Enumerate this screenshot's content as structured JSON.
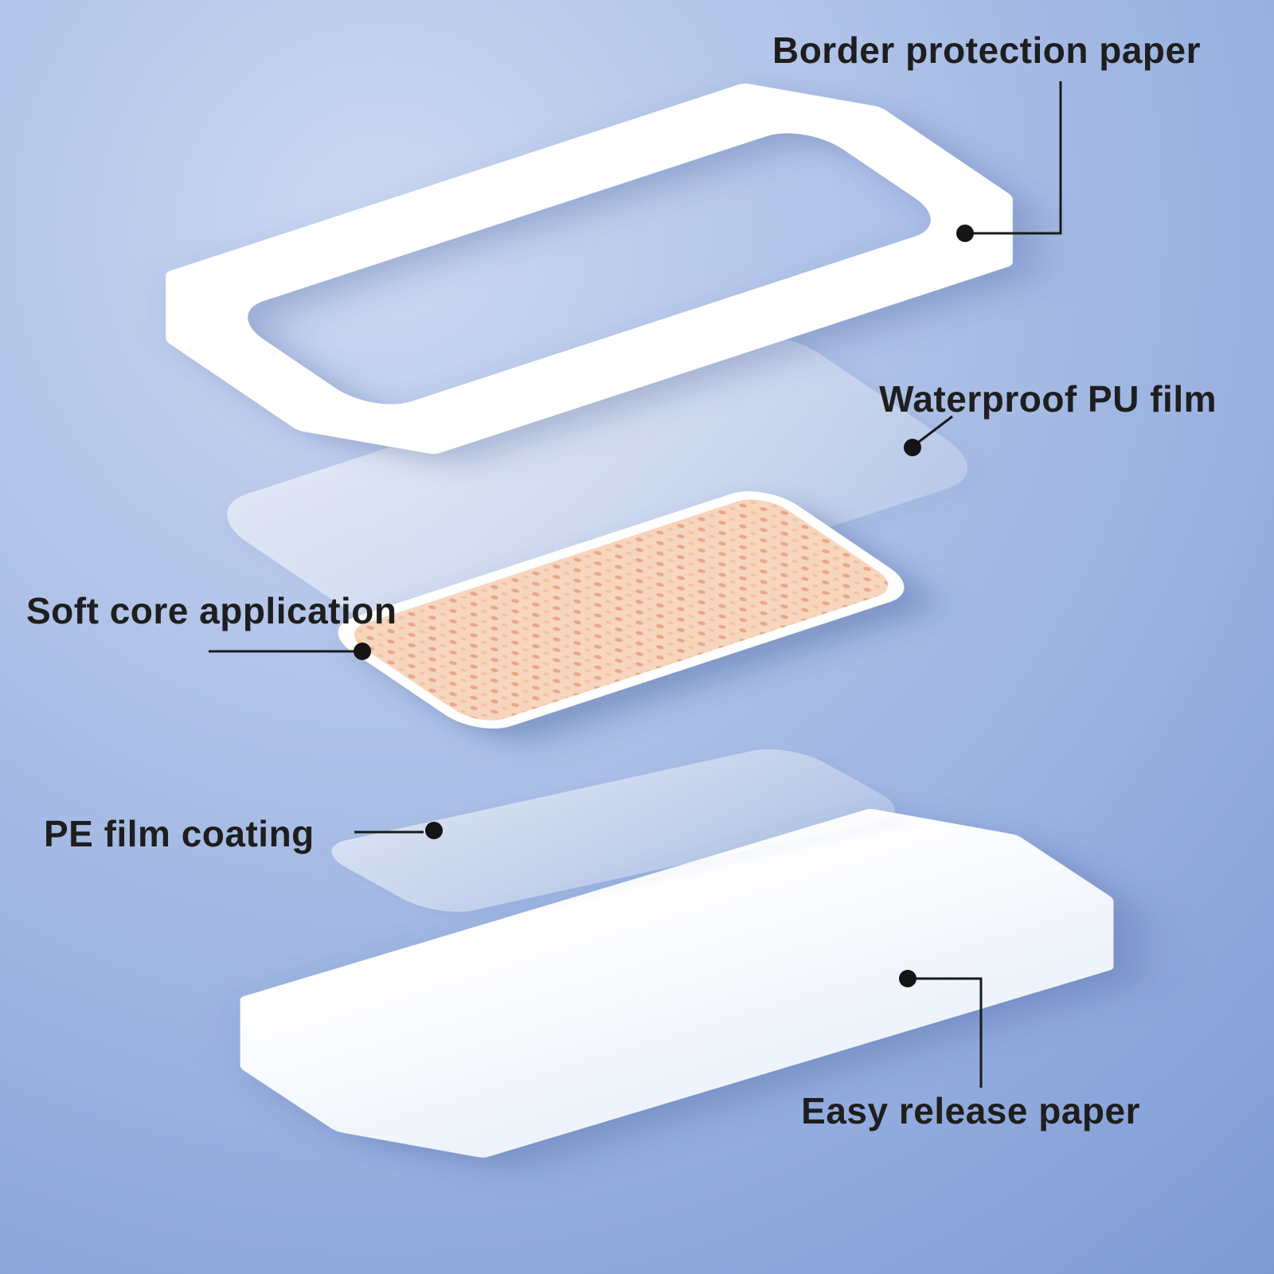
{
  "diagram": {
    "type": "exploded-layer-diagram",
    "subject": "adhesive wound dressing layers",
    "labels": {
      "border_protection": "Border protection paper",
      "waterproof_film": "Waterproof PU film",
      "soft_core": "Soft core application",
      "pe_film": "PE film coating",
      "easy_release": "Easy release paper"
    },
    "layers_top_to_bottom": [
      "Border protection paper",
      "Waterproof PU film",
      "Soft core application",
      "PE film coating",
      "Easy release paper"
    ],
    "colors": {
      "background_light": "#cdd8f2",
      "background_mid": "#aabee6",
      "background_dark": "#7e9bd6",
      "layer_white": "#ffffff",
      "film_tint": "rgba(255,255,255,0.35)",
      "pad_base": "#f8d5bd",
      "pad_dot": "#e9a78a",
      "pad_dot_alt": "#f2c3a4",
      "label_text": "#1e1e1e",
      "connector_line": "#1a1a1a",
      "shadow": "#35508f"
    }
  }
}
